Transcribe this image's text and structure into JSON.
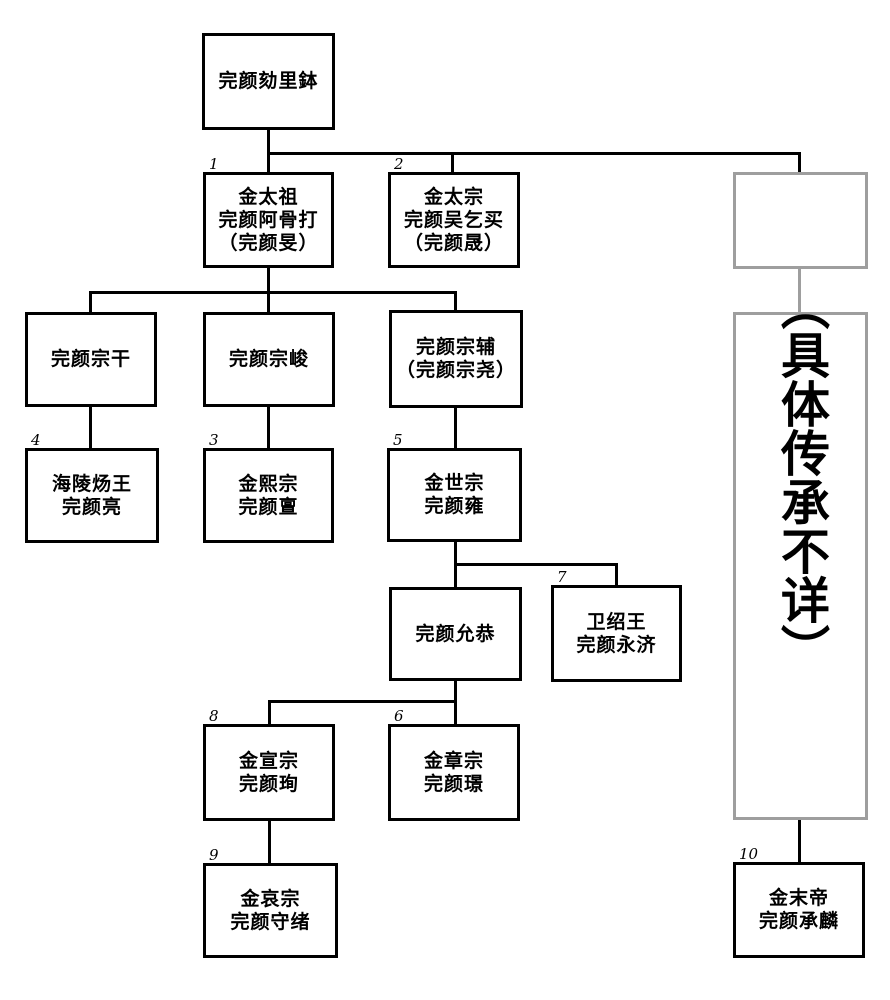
{
  "nodes": {
    "helibo": {
      "num": "",
      "label": "完颜劾里鉢"
    },
    "taizu": {
      "num": "1",
      "label": "金太祖\n完颜阿骨打\n（完颜旻）"
    },
    "taizong": {
      "num": "2",
      "label": "金太宗\n完颜吴乞买\n（完颜晟）"
    },
    "unknown_heir": {
      "num": "",
      "label": ""
    },
    "zonggan": {
      "num": "",
      "label": "完颜宗干"
    },
    "zongjun": {
      "num": "",
      "label": "完颜宗峻"
    },
    "zongfu": {
      "num": "",
      "label": "完颜宗辅\n（完颜宗尧）"
    },
    "hailing": {
      "num": "4",
      "label": "海陵炀王\n完颜亮"
    },
    "xizong": {
      "num": "3",
      "label": "金熙宗\n完颜亶"
    },
    "shizong": {
      "num": "5",
      "label": "金世宗\n完颜雍"
    },
    "yungong": {
      "num": "",
      "label": "完颜允恭"
    },
    "weishaowang": {
      "num": "7",
      "label": "卫绍王\n完颜永济"
    },
    "xuanzong": {
      "num": "8",
      "label": "金宣宗\n完颜珣"
    },
    "zhangzong": {
      "num": "6",
      "label": "金章宗\n完颜璟"
    },
    "aizong": {
      "num": "9",
      "label": "金哀宗\n完颜守绪"
    },
    "modi": {
      "num": "10",
      "label": "金末帝\n完颜承麟"
    },
    "unknown_note": {
      "num": "",
      "label": "（具体传承不详）"
    }
  },
  "colors": {
    "line": "#000000",
    "unknown_branch": "#9e9e9e",
    "background": "#ffffff",
    "text": "#000000"
  }
}
